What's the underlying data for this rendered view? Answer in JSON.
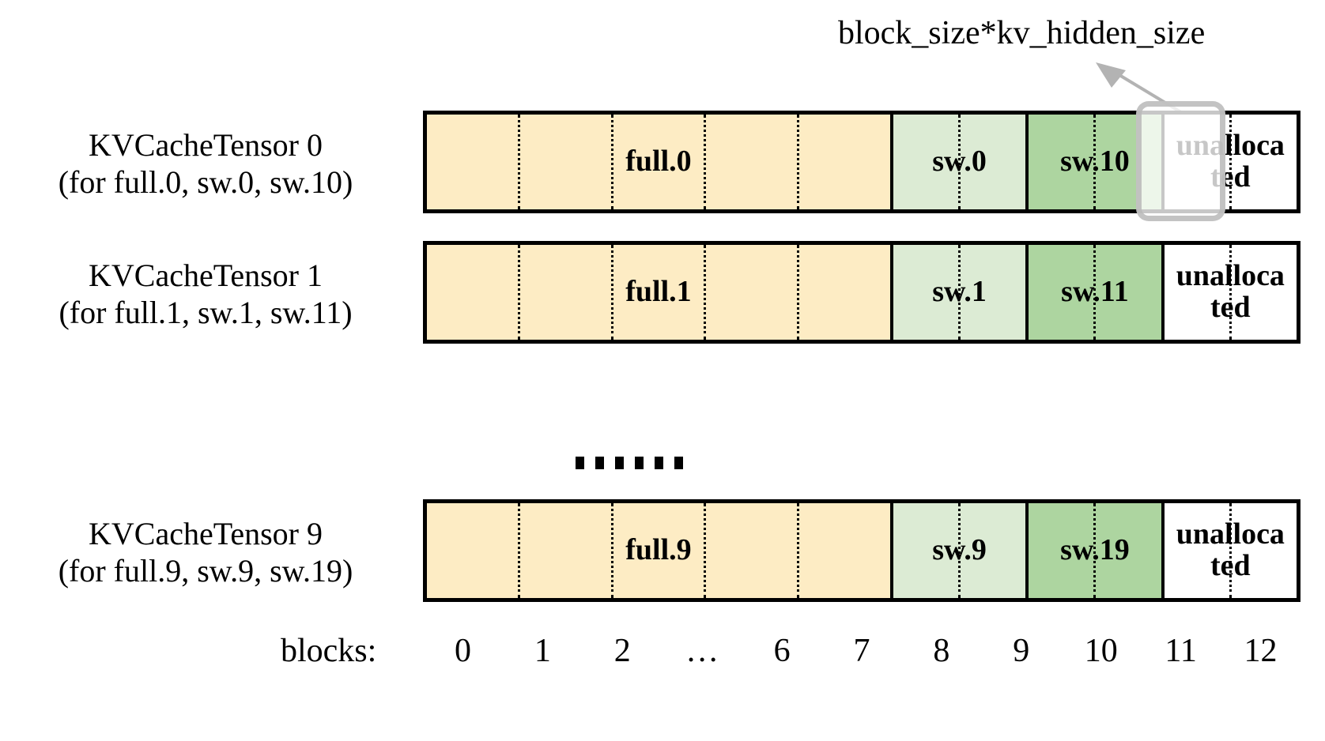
{
  "annotation": {
    "label": "block_size*kv_hidden_size",
    "arrow_icon": "arrow-up-left-icon",
    "points_to": "unallocated block of KVCacheTensor 0"
  },
  "colors": {
    "full_block": "#fdecc4",
    "sw_light_block": "#dcebd4",
    "sw_dark_block": "#add5a0",
    "unallocated_block": "#ffffff",
    "border": "#000000",
    "highlight_outline": "#b9b9b9"
  },
  "rows": [
    {
      "label_line1": "KVCacheTensor 0",
      "label_line2": "(for full.0, sw.0, sw.10)",
      "segments": [
        {
          "text": "full.0",
          "kind": "full",
          "blocks": 7,
          "dividers": 4
        },
        {
          "text": "sw.0",
          "kind": "sw-light",
          "blocks": 2,
          "dividers": 2
        },
        {
          "text": "sw.10",
          "kind": "sw-dark",
          "blocks": 2,
          "dividers": 2
        },
        {
          "text": "unalloca\nted",
          "kind": "unalloc",
          "blocks": 2,
          "dividers": 2
        }
      ],
      "highlighted_segment": "unalloca\nted"
    },
    {
      "label_line1": "KVCacheTensor 1",
      "label_line2": "(for full.1, sw.1, sw.11)",
      "segments": [
        {
          "text": "full.1",
          "kind": "full",
          "blocks": 7,
          "dividers": 4
        },
        {
          "text": "sw.1",
          "kind": "sw-light",
          "blocks": 2,
          "dividers": 2
        },
        {
          "text": "sw.11",
          "kind": "sw-dark",
          "blocks": 2,
          "dividers": 2
        },
        {
          "text": "unalloca\nted",
          "kind": "unalloc",
          "blocks": 2,
          "dividers": 2
        }
      ],
      "highlighted_segment": null
    },
    {
      "label_line1": "KVCacheTensor 9",
      "label_line2": "(for full.9, sw.9, sw.19)",
      "segments": [
        {
          "text": "full.9",
          "kind": "full",
          "blocks": 7,
          "dividers": 4
        },
        {
          "text": "sw.9",
          "kind": "sw-light",
          "blocks": 2,
          "dividers": 2
        },
        {
          "text": "sw.19",
          "kind": "sw-dark",
          "blocks": 2,
          "dividers": 2
        },
        {
          "text": "unalloca\nted",
          "kind": "unalloc",
          "blocks": 2,
          "dividers": 2
        }
      ],
      "highlighted_segment": null
    }
  ],
  "ellipsis": {
    "dots": 6
  },
  "axis": {
    "title": "blocks:",
    "ticks": [
      "0",
      "1",
      "2",
      "…",
      "6",
      "7",
      "8",
      "9",
      "10",
      "11",
      "12"
    ]
  }
}
